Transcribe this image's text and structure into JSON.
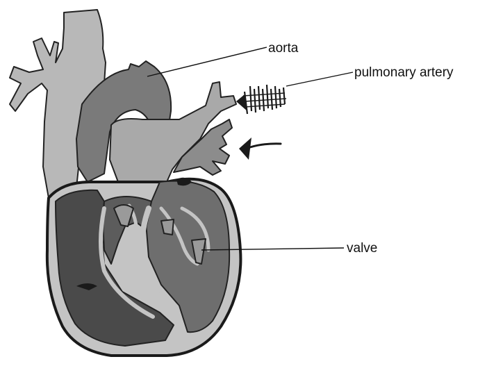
{
  "labels": {
    "aorta": "aorta",
    "pulmonary_artery": "pulmonary artery",
    "valve": "valve"
  },
  "colors": {
    "vena_cava": "#b8b8b8",
    "aorta": "#7a7a7a",
    "pulmonary": "#a9a9a9",
    "dark_chamber": "#4a4a4a",
    "mid_chamber": "#6e6e6e",
    "wall": "#c4c4c4",
    "ink": "#111111"
  },
  "icons": [
    "blockage-icon",
    "flow-arrow-icon"
  ]
}
